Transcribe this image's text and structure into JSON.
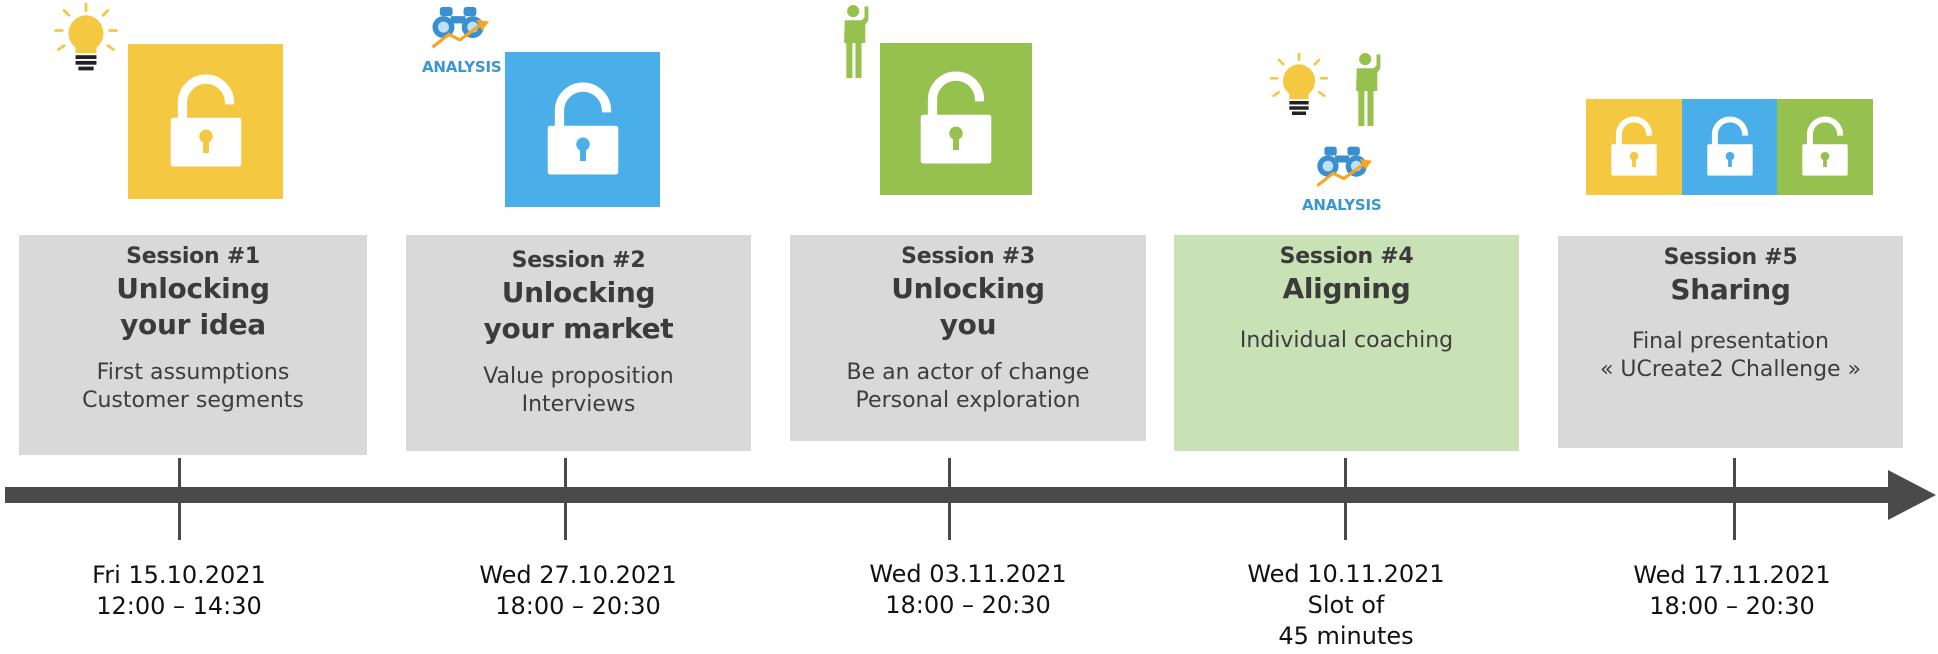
{
  "colors": {
    "yellow": "#f5c842",
    "blue": "#4aaee8",
    "green": "#96c14f",
    "box_gray": "#d9d9d9",
    "box_green": "#c8e2b5",
    "timeline": "#4a4a4a"
  },
  "sessions": [
    {
      "number": "Session #1",
      "title": [
        "Unlocking",
        "your idea"
      ],
      "description": [
        "First assumptions",
        "Customer segments"
      ],
      "day": "Fri 15.10.2021",
      "time": [
        "12:00 – 14:30"
      ],
      "icons": [
        "lightbulb-icon",
        "unlocked-padlock-icon"
      ]
    },
    {
      "number": "Session #2",
      "title": [
        "Unlocking",
        "your market"
      ],
      "description": [
        "Value proposition",
        "Interviews"
      ],
      "day": "Wed 27.10.2021",
      "time": [
        "18:00 – 20:30"
      ],
      "icons": [
        "binoculars-analysis-icon",
        "unlocked-padlock-icon"
      ]
    },
    {
      "number": "Session #3",
      "title": [
        "Unlocking",
        "you"
      ],
      "description": [
        "Be an actor of change",
        "Personal exploration"
      ],
      "day": "Wed 03.11.2021",
      "time": [
        "18:00 – 20:30"
      ],
      "icons": [
        "person-raising-hand-icon",
        "unlocked-padlock-icon"
      ]
    },
    {
      "number": "Session #4",
      "title": [
        "Aligning"
      ],
      "description": [
        "Individual coaching"
      ],
      "day": "Wed 10.11.2021",
      "time": [
        "Slot of",
        "45 minutes"
      ],
      "icons": [
        "lightbulb-icon",
        "person-raising-hand-icon",
        "binoculars-analysis-icon"
      ]
    },
    {
      "number": "Session #5",
      "title": [
        "Sharing"
      ],
      "description": [
        "Final presentation",
        "« UCreate2 Challenge »"
      ],
      "day": "Wed 17.11.2021",
      "time": [
        "18:00 – 20:30"
      ],
      "icons": [
        "unlocked-padlock-icon",
        "unlocked-padlock-icon",
        "unlocked-padlock-icon"
      ]
    }
  ],
  "analysis_label": "ANALYSIS"
}
